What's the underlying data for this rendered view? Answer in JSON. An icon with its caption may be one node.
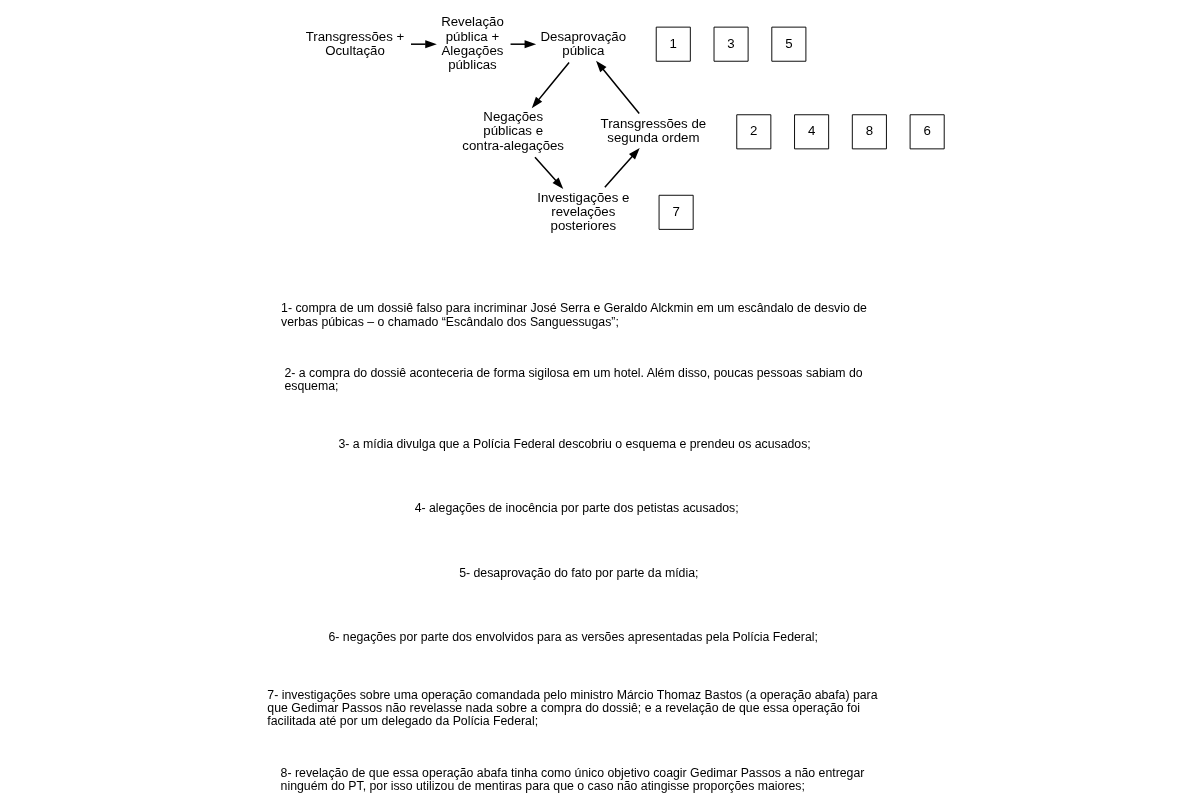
{
  "diagram": {
    "nodes": [
      {
        "text": [
          "Transgressões + Ocultação"
        ]
      },
      {
        "text": [
          "1"
        ]
      },
      {
        "text": [
          "2"
        ]
      },
      {
        "text": [
          "Revelação pública + Alegações públicas"
        ]
      },
      {
        "text": [
          "3"
        ]
      },
      {
        "text": [
          "4"
        ]
      },
      {
        "text": [
          "Desaprovação pública"
        ]
      },
      {
        "text": [
          "5"
        ]
      },
      {
        "text": [
          "6"
        ]
      },
      {
        "text": [
          "Transgressões de segunda ordem"
        ]
      },
      {
        "text": [
          "8"
        ]
      },
      {
        "text": [
          "Negações públicas e contra-alegações"
        ]
      },
      {
        "text": [
          "7"
        ]
      },
      {
        "text": [
          "Investigações e revelações posteriores"
        ]
      }
    ],
    "edges": [
      {
        "from": 0,
        "to": 3,
        "arrow": "to"
      },
      {
        "from": 3,
        "to": 6,
        "arrow": "to"
      },
      {
        "from": 9,
        "to": 6,
        "arrow": "to"
      },
      {
        "from": 6,
        "to": 11,
        "arrow": "to"
      },
      {
        "from": 11,
        "to": 13,
        "arrow": "to"
      },
      {
        "from": 13,
        "to": 9,
        "arrow": "to"
      }
    ],
    "labels": [
      "1- compra de um dossiê falso para incriminar José Serra e Geraldo Alckmin em um escândalo de desvio de verbas púbicas – o chamado “Escândalo dos Sanguessugas”;",
      "2- a compra do dossiê aconteceria de forma sigilosa em um hotel. Além disso, poucas pessoas sabiam do esquema;",
      "3- a mídia divulga que a Polícia Federal descobriu o esquema e prendeu os acusados;",
      "4- alegações de inocência por parte dos petistas acusados;",
      "5- desaprovação do fato por parte da mídia;",
      "6- negações por parte dos envolvidos para as versões apresentadas pela Polícia Federal;",
      "7- investigações sobre uma operação comandada pelo ministro Márcio Thomaz Bastos (a operação abafa) para que Gedimar Passos não revelasse nada sobre a compra do dossiê; e a revelação de que essa operação foi facilitada até por um delegado da Polícia Federal;",
      "8- revelação de que essa operação abafa tinha como único objetivo coagir Gedimar Passos a não entregar ninguém do PT, por isso utilizou de mentiras para que o caso não atingisse proporções maiores;"
    ]
  }
}
